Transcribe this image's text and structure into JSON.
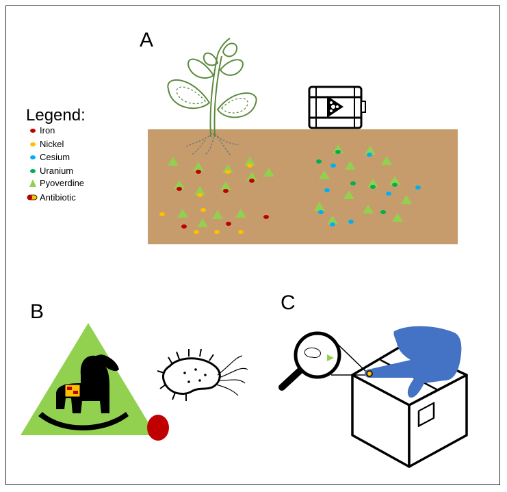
{
  "panels": {
    "a_label": "A",
    "b_label": "B",
    "c_label": "C"
  },
  "legend": {
    "title": "Legend:",
    "items": [
      {
        "label": "Iron",
        "symbol": "dot",
        "color": "#c00000"
      },
      {
        "label": "Nickel",
        "symbol": "dot",
        "color": "#ffc000"
      },
      {
        "label": "Cesium",
        "symbol": "dot",
        "color": "#00b0f0"
      },
      {
        "label": "Uranium",
        "symbol": "dot",
        "color": "#00b050"
      },
      {
        "label": "Pyoverdine",
        "symbol": "triangle",
        "color": "#92d050"
      },
      {
        "label": "Antibiotic",
        "symbol": "capsule",
        "color": "#c00000"
      }
    ]
  },
  "colors": {
    "soil": "#c69c6d",
    "pyoverdine": "#92d050",
    "iron": "#c00000",
    "nickel": "#ffc000",
    "cesium": "#00b0f0",
    "uranium": "#00b050",
    "glove": "#4472c4",
    "plant": "#5c8a3c"
  },
  "icons": [
    "plant-icon",
    "radioactive-barrel-icon",
    "rocking-horse-icon",
    "bacterium-icon",
    "magnifying-glass-icon",
    "gloved-hand-icon",
    "box-icon"
  ]
}
